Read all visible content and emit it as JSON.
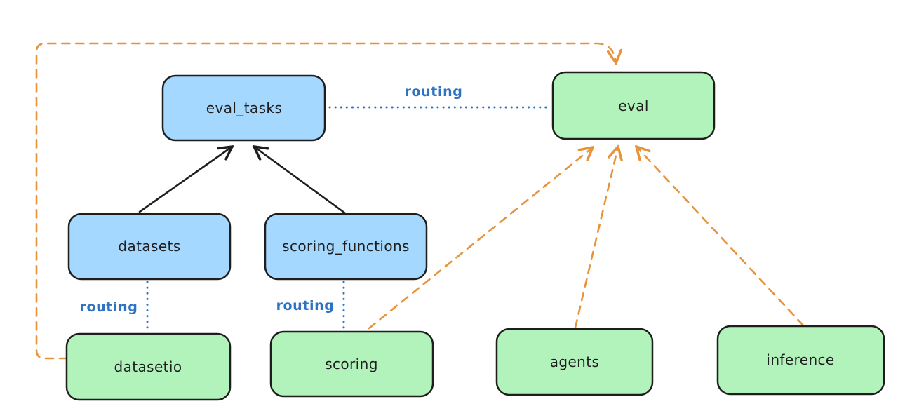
{
  "diagram": {
    "colors": {
      "background": "#ffffff",
      "node_stroke": "#1e1e1e",
      "api_fill_blue": "#a5d8ff",
      "provider_fill_green": "#b2f2bb",
      "routing_blue": "#2e72c2",
      "dependency_orange": "#e8923a",
      "arrow_black": "#1e1e1e"
    },
    "nodes": {
      "eval_tasks": {
        "label": "eval_tasks",
        "color": "blue"
      },
      "eval": {
        "label": "eval",
        "color": "green"
      },
      "datasets": {
        "label": "datasets",
        "color": "blue"
      },
      "scoring_functions": {
        "label": "scoring_functions",
        "color": "blue"
      },
      "datasetio": {
        "label": "datasetio",
        "color": "green"
      },
      "scoring": {
        "label": "scoring",
        "color": "green"
      },
      "agents": {
        "label": "agents",
        "color": "green"
      },
      "inference": {
        "label": "inference",
        "color": "green"
      }
    },
    "edges": [
      {
        "from": "datasets",
        "to": "eval_tasks",
        "style": "solid",
        "color": "black",
        "arrow": true,
        "label": ""
      },
      {
        "from": "scoring_functions",
        "to": "eval_tasks",
        "style": "solid",
        "color": "black",
        "arrow": true,
        "label": ""
      },
      {
        "from": "eval_tasks",
        "to": "eval",
        "style": "dotted",
        "color": "blue",
        "arrow": false,
        "label": "routing"
      },
      {
        "from": "datasets",
        "to": "datasetio",
        "style": "dotted",
        "color": "blue",
        "arrow": false,
        "label": "routing"
      },
      {
        "from": "scoring_functions",
        "to": "scoring",
        "style": "dotted",
        "color": "blue",
        "arrow": false,
        "label": "routing"
      },
      {
        "from": "datasetio",
        "to": "eval",
        "style": "dashed",
        "color": "orange",
        "arrow": true,
        "label": ""
      },
      {
        "from": "scoring",
        "to": "eval",
        "style": "dashed",
        "color": "orange",
        "arrow": true,
        "label": ""
      },
      {
        "from": "agents",
        "to": "eval",
        "style": "dashed",
        "color": "orange",
        "arrow": true,
        "label": ""
      },
      {
        "from": "inference",
        "to": "eval",
        "style": "dashed",
        "color": "orange",
        "arrow": true,
        "label": ""
      }
    ]
  }
}
